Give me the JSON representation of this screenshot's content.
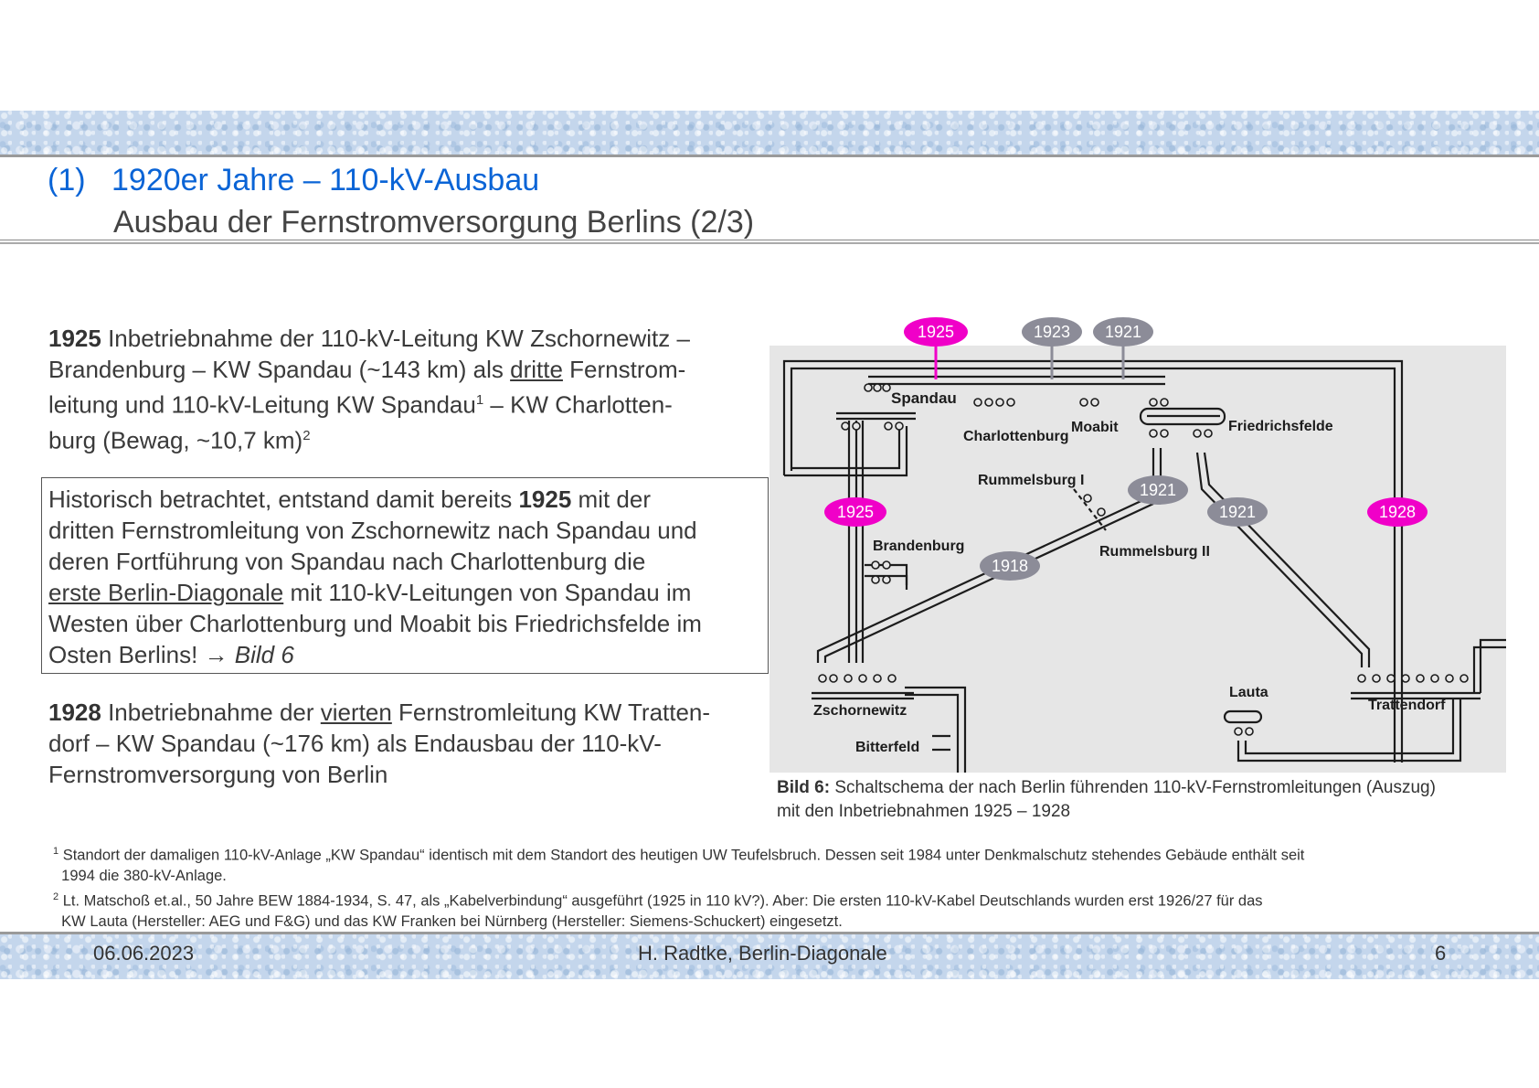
{
  "header": {
    "number": "(1)",
    "title": "1920er Jahre – 110-kV-Ausbau",
    "subtitle": "Ausbau der Fernstromversorgung Berlins (2/3)"
  },
  "p1": {
    "year": "1925",
    "t1": " Inbetriebnahme der 110-kV-Leitung KW Zschornewitz –",
    "t2": "Brandenburg – KW Spandau (~143 km) als ",
    "u1": "dritte",
    "t3": " Fernstrom-",
    "t4": "leitung und 110-kV-Leitung KW Spandau",
    "sup1": "1",
    "t5": " – KW Charlotten-",
    "t6": "burg (Bewag, ~10,7 km)",
    "sup2": "2"
  },
  "box": {
    "t1": "Historisch betrachtet, entstand damit bereits ",
    "b1": "1925",
    "t2": " mit der",
    "l2": "dritten Fernstromleitung von Zschornewitz nach Spandau und",
    "l3": "deren Fortführung von Spandau nach Charlottenburg die",
    "u1": "erste Berlin-Diagonale",
    "t4": " mit 110-kV-Leitungen von Spandau im",
    "l5": "Westen über Charlottenburg und Moabit bis Friedrichsfelde im",
    "t6": "Osten Berlins! ",
    "arrow": "→",
    "ref": " Bild 6"
  },
  "p3": {
    "year": "1928",
    "t1": " Inbetriebnahme der ",
    "u1": "vierten",
    "t2": " Fernstromleitung KW Tratten-",
    "l2": "dorf – KW Spandau (~176 km) als Endausbau der 110-kV-",
    "l3": "Fernstromversorgung von Berlin"
  },
  "diagram": {
    "labels": {
      "spandau": "Spandau",
      "charlottenburg": "Charlottenburg",
      "moabit": "Moabit",
      "friedrichsfelde": "Friedrichsfelde",
      "rummelsburg1": "Rummelsburg I",
      "rummelsburg2": "Rummelsburg II",
      "brandenburg": "Brandenburg",
      "zschornewitz": "Zschornewitz",
      "bitterfeld": "Bitterfeld",
      "lauta": "Lauta",
      "trattendorf": "Trattendorf"
    },
    "badges": {
      "b1925top": "1925",
      "b1923": "1923",
      "b1921top": "1921",
      "b1921mid": "1921",
      "b1925left": "1925",
      "b1921right": "1921",
      "b1928": "1928",
      "b1918": "1918"
    },
    "colors": {
      "magenta": "#f000c8",
      "grey": "#8c8c98",
      "paper": "#e6e6e6",
      "ink": "#1c1c1c"
    }
  },
  "caption": {
    "label": "Bild 6:",
    "text": " Schaltschema der nach Berlin führenden 110-kV-Fernstromleitungen (Auszug)",
    "line2": "mit den Inbetriebnahmen 1925 – 1928"
  },
  "footnotes": {
    "n1": "1",
    "f1a": " Standort der damaligen 110-kV-Anlage „KW Spandau“ identisch mit dem Standort des heutigen UW Teufelsbruch. Dessen seit 1984 unter Denkmalschutz stehendes Gebäude enthält seit",
    "f1b": "1994 die 380-kV-Anlage.",
    "n2": "2",
    "f2a": " Lt. Matschoß et.al., 50 Jahre BEW 1884-1934, S. 47, als „Kabelverbindung“ ausgeführt (1925 in 110 kV?). Aber: Die ersten 110-kV-Kabel Deutschlands wurden erst 1926/27 für das",
    "f2b": "KW Lauta (Hersteller: AEG und F&G) und das KW Franken bei Nürnberg (Hersteller: Siemens-Schuckert) eingesetzt."
  },
  "footer": {
    "date": "06.06.2023",
    "author": "H. Radtke, Berlin-Diagonale",
    "page": "6"
  }
}
